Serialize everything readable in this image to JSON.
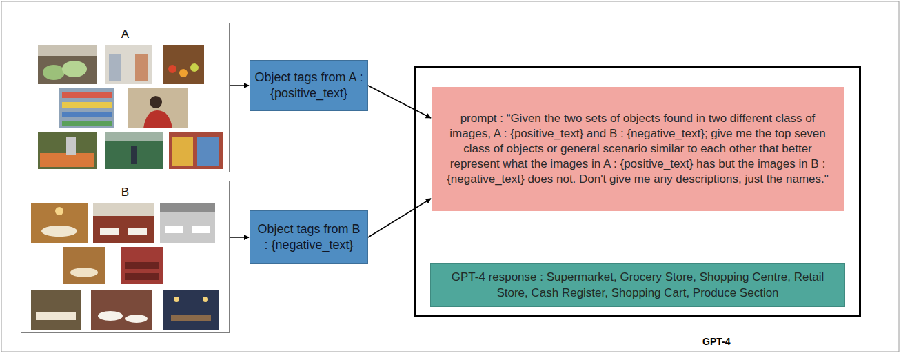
{
  "diagram": {
    "nodes": [
      {
        "text": [
          "A"
        ]
      },
      {
        "text": [
          "B"
        ]
      },
      {
        "text": [
          "Object tags from A : {positive_text}"
        ]
      },
      {
        "text": [
          "Object tags from B : {negative_text}"
        ]
      },
      {
        "text": [
          "GPT-4"
        ]
      },
      {
        "text": [
          "prompt : “Given the two sets of objects found in two different class of images, A : {positive_text} and B : {negative_text}; give me the top seven class of objects or general scenario similar to each other that better represent what the images in A : {positive_text} has but the images in B : {negative_text} does not. Don't give me any descriptions, just the names.\""
        ],
        "in": 4
      },
      {
        "text": [
          "GPT-4 response : Supermarket, Grocery Store, Shopping Centre, Retail Store, Cash Register, Shopping Cart, Produce Section"
        ],
        "in": 4
      }
    ],
    "edges": [
      {
        "from": 0,
        "to": 2,
        "arrow": "to"
      },
      {
        "from": 1,
        "to": 3,
        "arrow": "to"
      },
      {
        "from": 2,
        "to": 5,
        "arrow": "to"
      },
      {
        "from": 3,
        "to": 5,
        "arrow": "to"
      }
    ]
  }
}
